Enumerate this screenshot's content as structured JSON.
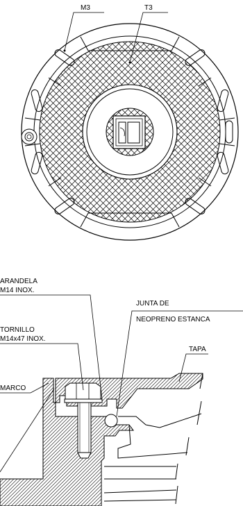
{
  "top_view": {
    "label_frame": "M3",
    "label_cover": "T3"
  },
  "section_view": {
    "label_washer_line1": "ARANDELA",
    "label_washer_line2": "M14 INOX.",
    "label_screw_line1": "TORNILLO",
    "label_screw_line2": "M14x47 INOX.",
    "label_frame": "MARCO",
    "label_gasket_line1": "JUNTA DE",
    "label_gasket_line2": "NEOPRENO ESTANCA",
    "label_lid": "TAPA"
  }
}
